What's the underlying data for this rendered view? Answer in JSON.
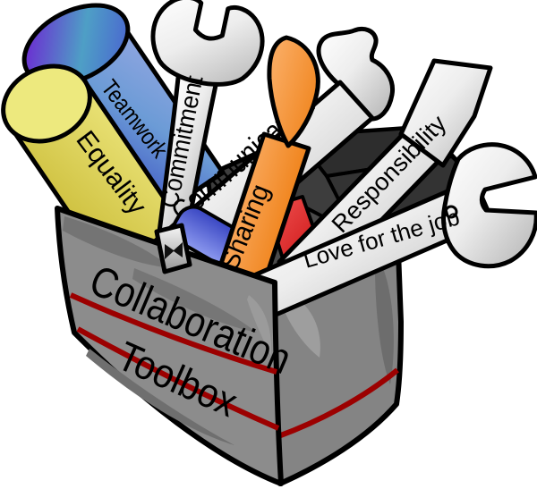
{
  "illustration": {
    "description": "Clip art of an open gray toolbox labeled Collaboration Toolbox, stuffed with tools labeled with teamwork values",
    "background_color": "#ffffff",
    "box": {
      "label_line1": "Collaboration",
      "label_line2": "Toolbox",
      "front_color": "#8c8c8c",
      "side_color": "#848484",
      "lid_color": "#3d3d3d",
      "stripe_color": "#9c0000",
      "latch": "butterfly-clasp"
    },
    "tools": [
      {
        "id": "teamwork",
        "label": "Teamwork",
        "type": "round-handle-tool",
        "color": "#4a63cc"
      },
      {
        "id": "equality",
        "label": "Equality",
        "type": "round-handle-tool",
        "color": "#e9e26a"
      },
      {
        "id": "commitment",
        "label": "Commitment",
        "type": "open-end-wrench",
        "color": "#e8e8e8"
      },
      {
        "id": "communication",
        "label": "Communication",
        "type": "wrench",
        "color": "#d9d9d9"
      },
      {
        "id": "sharing",
        "label": "Sharing",
        "type": "screwdriver",
        "color": "#f5871e"
      },
      {
        "id": "responsibility",
        "label": "Responsibility",
        "type": "scraper",
        "color": "#ececec"
      },
      {
        "id": "love-for-the-job",
        "label": "Love for the job",
        "type": "open-end-wrench",
        "color": "#f4f4f4"
      }
    ],
    "extra_tools": [
      {
        "id": "red-tool",
        "color": "#d81414"
      },
      {
        "id": "blue-handle",
        "color": "#4a55cc"
      }
    ]
  }
}
